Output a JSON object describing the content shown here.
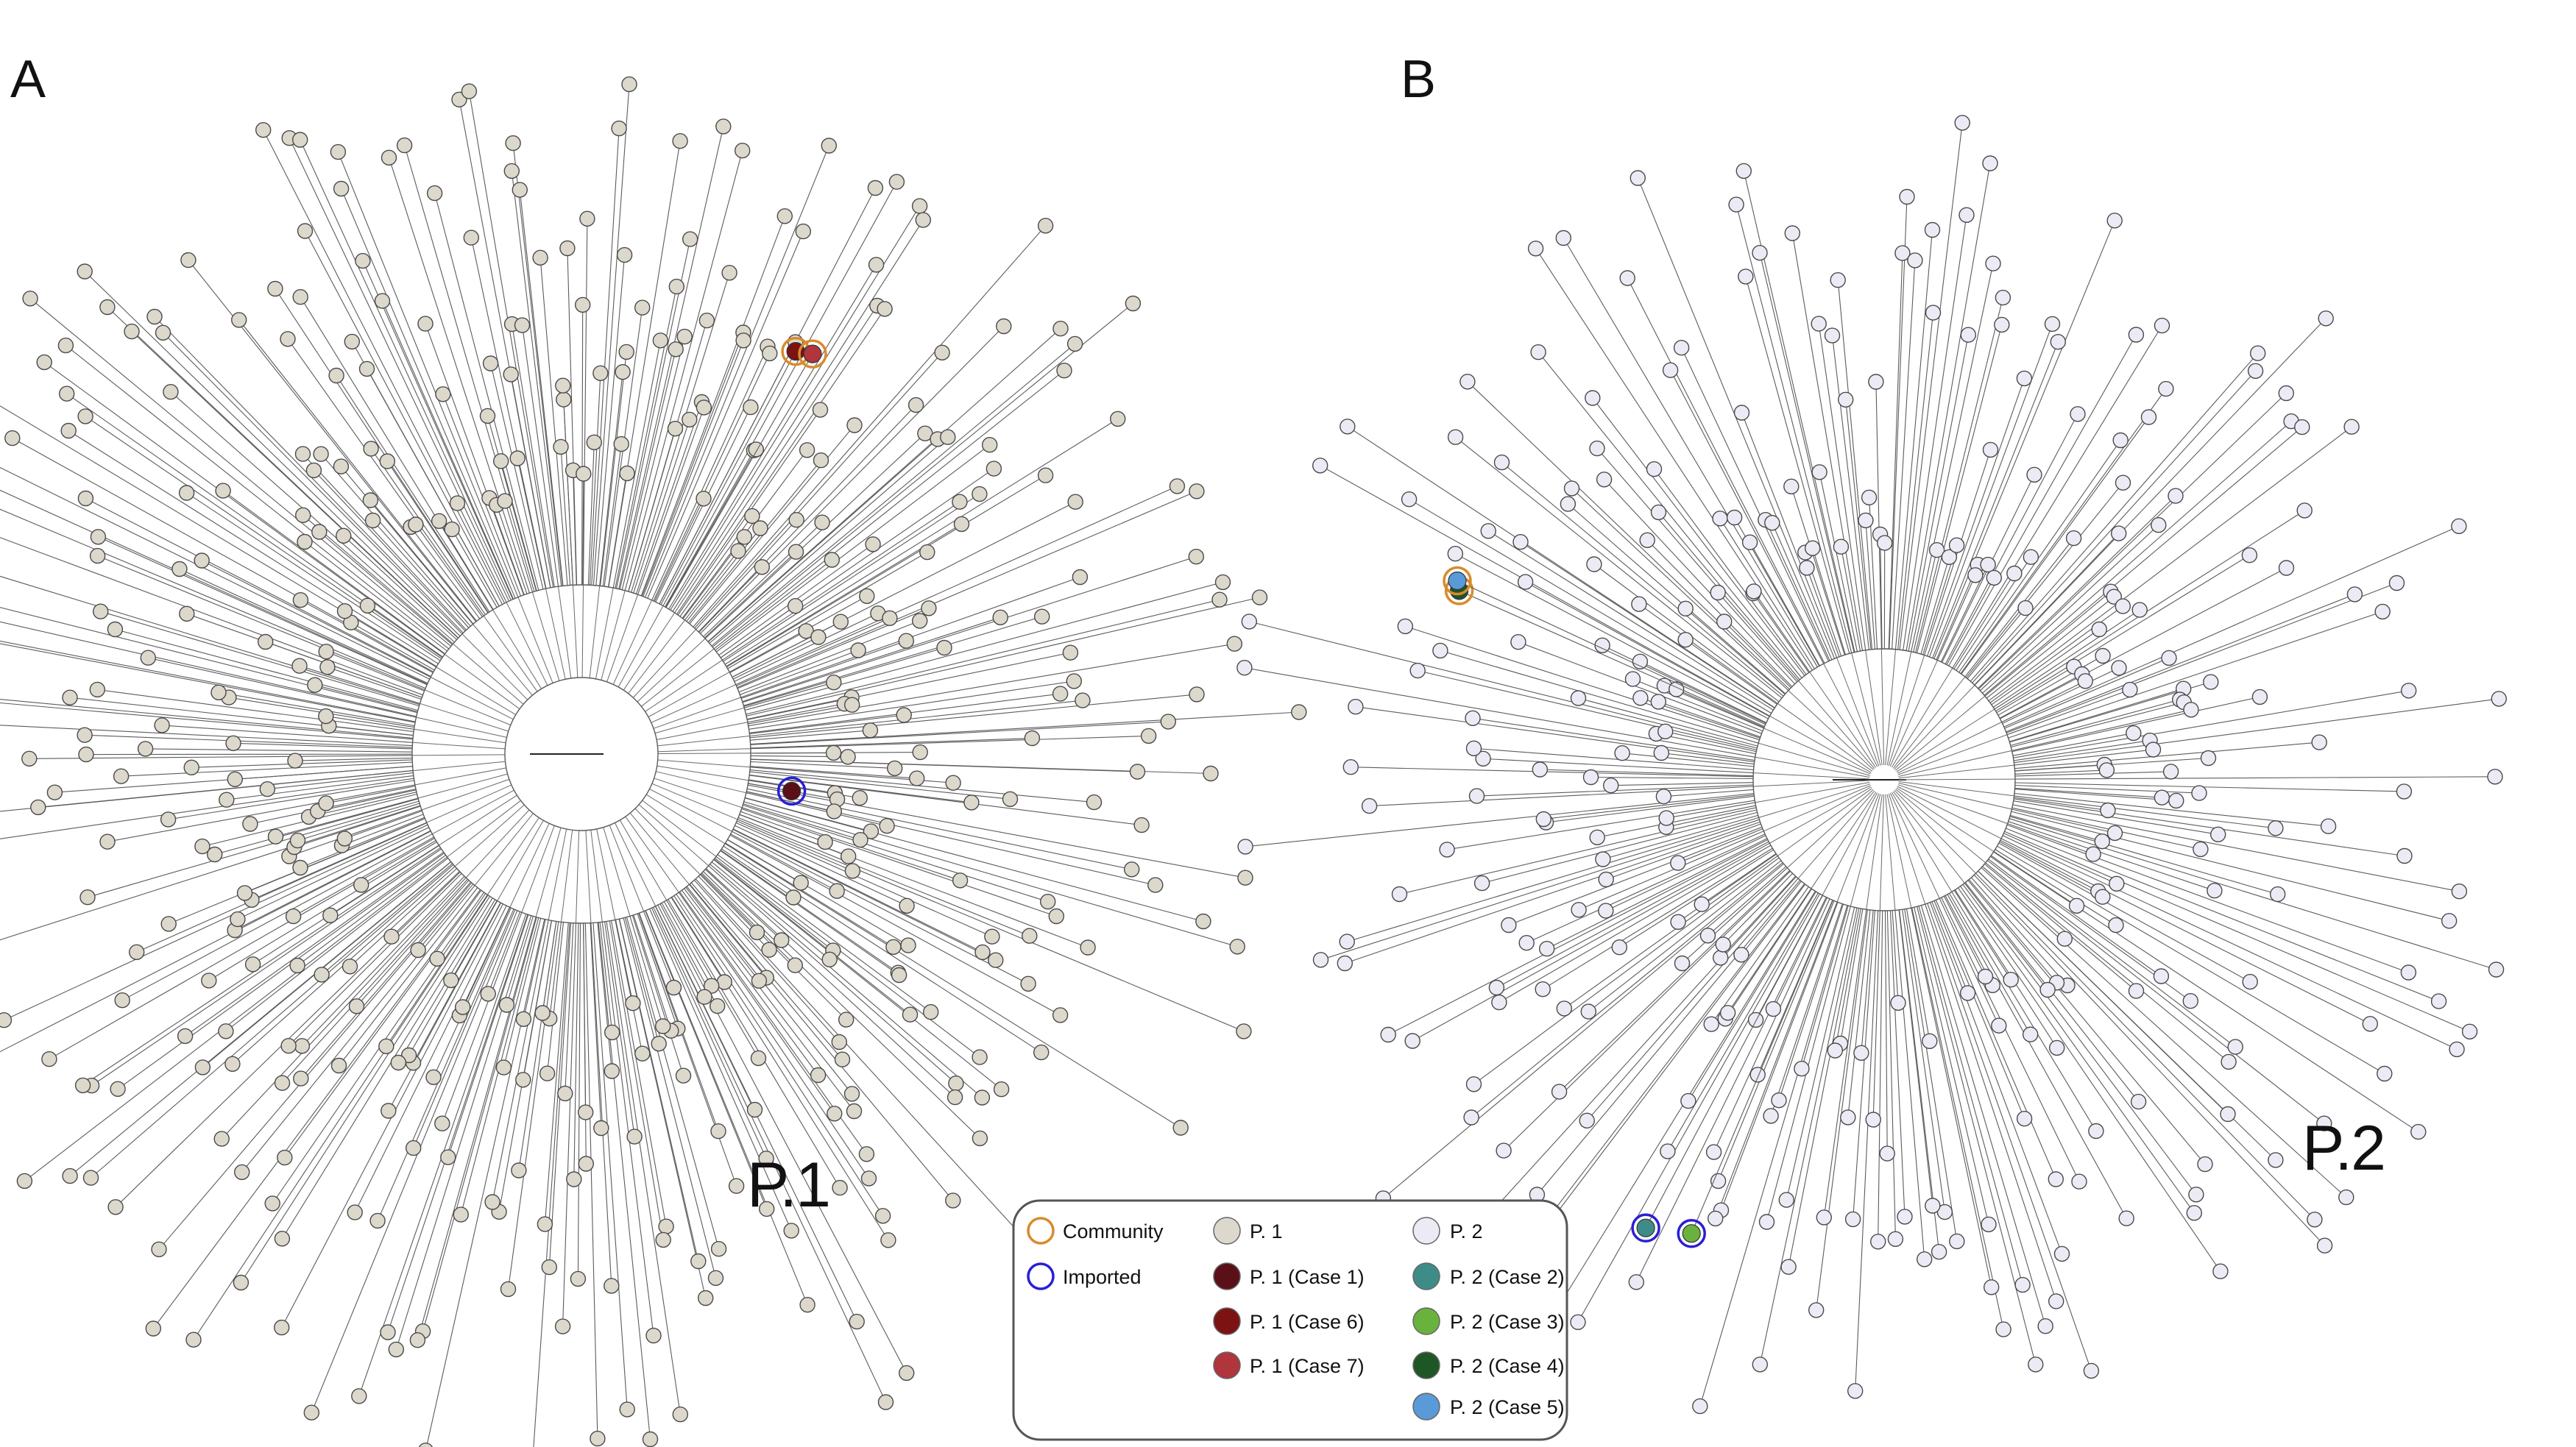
{
  "panels": [
    {
      "letter": "A",
      "clade_label": "P.1",
      "tip_color": "#ddd8cc",
      "tip_stroke": "#4a4a4a",
      "n_tips": 470,
      "highlights": [
        {
          "sample": "P. 1 (Case 1)",
          "color": "#5a1016",
          "ring": "Imported",
          "ring_color": "#2a1fd6"
        },
        {
          "sample": "P. 1 (Case 6)",
          "color": "#7c1212",
          "ring": "Community",
          "ring_color": "#d98a2c"
        },
        {
          "sample": "P. 1 (Case 7)",
          "color": "#b0353d",
          "ring": "Community",
          "ring_color": "#d98a2c"
        }
      ]
    },
    {
      "letter": "B",
      "clade_label": "P.2",
      "tip_color": "#ecebf5",
      "tip_stroke": "#4a4a4a",
      "n_tips": 330,
      "highlights": [
        {
          "sample": "P. 2 (Case 2)",
          "color": "#3e8c87",
          "ring": "Imported",
          "ring_color": "#2a1fd6"
        },
        {
          "sample": "P. 2 (Case 3)",
          "color": "#6ab23e",
          "ring": "Imported",
          "ring_color": "#2a1fd6"
        },
        {
          "sample": "P. 2 (Case 4)",
          "color": "#1f5626",
          "ring": "Community",
          "ring_color": "#d98a2c"
        },
        {
          "sample": "P. 2 (Case 5)",
          "color": "#5a9ad8",
          "ring": "Community",
          "ring_color": "#d98a2c"
        }
      ]
    }
  ],
  "legend": {
    "rings": [
      {
        "label": "Community",
        "color": "#d98a2c"
      },
      {
        "label": "Imported",
        "color": "#2a1fd6"
      }
    ],
    "p1": [
      {
        "label": "P. 1",
        "color": "#ddd8cc"
      },
      {
        "label": "P. 1 (Case 1)",
        "color": "#5a1016"
      },
      {
        "label": "P. 1 (Case 6)",
        "color": "#7c1212"
      },
      {
        "label": "P. 1 (Case 7)",
        "color": "#b0353d"
      }
    ],
    "p2": [
      {
        "label": "P. 2",
        "color": "#ecebf5"
      },
      {
        "label": "P. 2 (Case 2)",
        "color": "#3e8c87"
      },
      {
        "label": "P. 2 (Case 3)",
        "color": "#6ab23e"
      },
      {
        "label": "P. 2 (Case 4)",
        "color": "#1f5626"
      },
      {
        "label": "P. 2 (Case 5)",
        "color": "#5a9ad8"
      }
    ]
  }
}
